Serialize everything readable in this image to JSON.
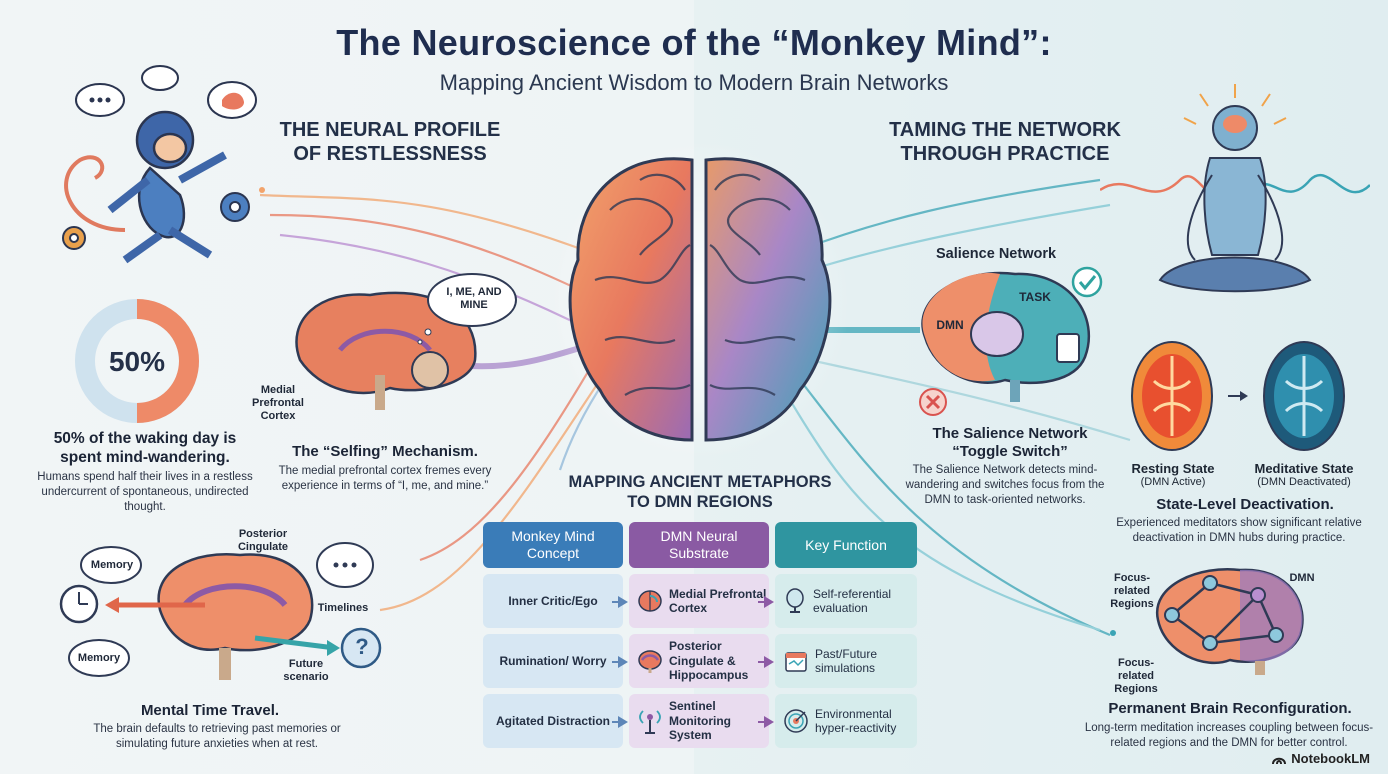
{
  "header": {
    "title": "The Neuroscience of the “Monkey Mind”:",
    "subtitle": "Mapping Ancient Wisdom to Modern Brain Networks"
  },
  "left": {
    "section_title_1": "THE NEURAL PROFILE",
    "section_title_2": "OF RESTLESSNESS",
    "stat": {
      "value_label": "50%",
      "fraction": 0.5,
      "headline_1": "50% of the waking day is",
      "headline_2": "spent mind-wandering.",
      "body": "Humans spend half their lives in a restless undercurrent of spontaneous, undirected thought."
    },
    "selfing": {
      "bubble": "I, ME, AND MINE",
      "region_label": "Medial Prefrontal Cortex",
      "headline": "The “Selfing” Mechanism.",
      "body": "The medial prefrontal cortex fremes every experience in terms of “I, me, and mine.”"
    },
    "time_travel": {
      "label_posterior": "Posterior Cingulate",
      "label_memory_1": "Memory",
      "label_memory_2": "Memory",
      "label_timelines": "Timelines",
      "label_future": "Future scenario",
      "question_mark": "?",
      "headline": "Mental Time Travel.",
      "body": "The brain defaults to retrieving past memories or simulating future anxieties when at rest."
    }
  },
  "center": {
    "table_title_1": "MAPPING ANCIENT METAPHORS",
    "table_title_2": "TO DMN REGIONS",
    "columns": [
      "Monkey Mind Concept",
      "DMN Neural Substrate",
      "Key Function"
    ],
    "rows": [
      {
        "concept": "Inner Critic/Ego",
        "substrate": "Medial Prefrontal Cortex",
        "function": "Self-referential evaluation",
        "substrate_icon": "brain-icon",
        "function_icon": "mirror-icon"
      },
      {
        "concept": "Rumination/ Worry",
        "substrate": "Posterior Cingulate & Hippocampus",
        "function": "Past/Future simulations",
        "substrate_icon": "brain-section-icon",
        "function_icon": "calendar-icon"
      },
      {
        "concept": "Agitated Distraction",
        "substrate": "Sentinel Monitoring System",
        "function": "Environmental hyper-reactivity",
        "substrate_icon": "antenna-icon",
        "function_icon": "target-icon"
      }
    ],
    "colors": {
      "concept": "#3a7cb8",
      "substrate": "#8a5aa3",
      "function": "#2f95a0"
    }
  },
  "right": {
    "section_title_1": "TAMING THE NETWORK",
    "section_title_2": "THROUGH PRACTICE",
    "salience": {
      "network_label": "Salience Network",
      "label_dmn": "DMN",
      "label_task": "TASK",
      "headline_1": "The Salience Network",
      "headline_2": "“Toggle Switch”",
      "body": "The Salience Network detects mind-wandering and switches focus from the DMN to task-oriented networks."
    },
    "states": {
      "resting_title": "Resting State",
      "resting_sub": "(DMN Active)",
      "meditative_title": "Meditative State",
      "meditative_sub": "(DMN Deactivated)",
      "headline": "State-Level Deactivation.",
      "body": "Experienced meditators show significant relative deactivation in DMN hubs during practice."
    },
    "reconfig": {
      "label_focus_1": "Focus-related Regions",
      "label_dmn": "DMN",
      "label_focus_2": "Focus-related Regions",
      "headline": "Permanent Brain Reconfiguration.",
      "body": "Long-term meditation increases coupling between focus-related regions and the DMN for better control."
    }
  },
  "footer": {
    "brand": "NotebookLM"
  }
}
